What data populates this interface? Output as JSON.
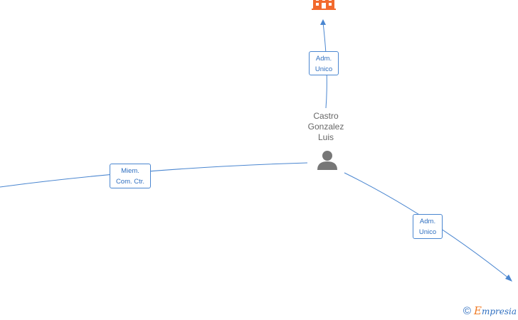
{
  "person": {
    "name_lines": [
      "Castro",
      "Gonzalez",
      "Luis"
    ],
    "icon": "person-icon",
    "icon_color": "#777777"
  },
  "company_icon": {
    "icon": "building-icon",
    "color": "#f26a2e"
  },
  "edges": [
    {
      "id": "top",
      "label_lines": [
        "Adm.",
        "Unico"
      ]
    },
    {
      "id": "left",
      "label_lines": [
        "Miem.",
        "Com. Ctr."
      ]
    },
    {
      "id": "bottom-right",
      "label_lines": [
        "Adm.",
        "Unico"
      ]
    }
  ],
  "colors": {
    "edge": "#4a86d0",
    "label_text": "#2f6fc0"
  },
  "footer": {
    "copyright": "©",
    "brand_first": "E",
    "brand_rest": "mpresia"
  }
}
